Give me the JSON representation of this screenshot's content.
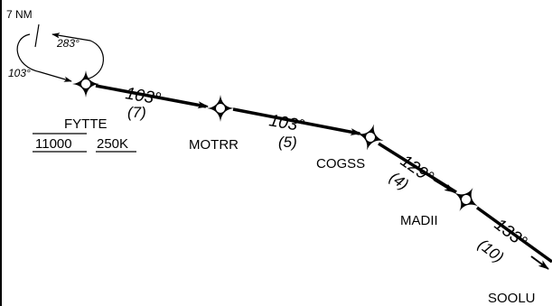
{
  "holding": {
    "label": "7 NM",
    "outbound": "283°",
    "inbound": "103°"
  },
  "fixes": [
    {
      "name": "FYTTE",
      "altitude": "11000",
      "speed": "250K"
    },
    {
      "name": "MOTRR"
    },
    {
      "name": "COGSS"
    },
    {
      "name": "MADII"
    },
    {
      "name": "SOOLU"
    }
  ],
  "legs": [
    {
      "course": "103°",
      "distance": "(7)"
    },
    {
      "course": "103°",
      "distance": "(5)"
    },
    {
      "course": "129°",
      "distance": "(4)"
    },
    {
      "course": "133°",
      "distance": "(10)"
    }
  ]
}
